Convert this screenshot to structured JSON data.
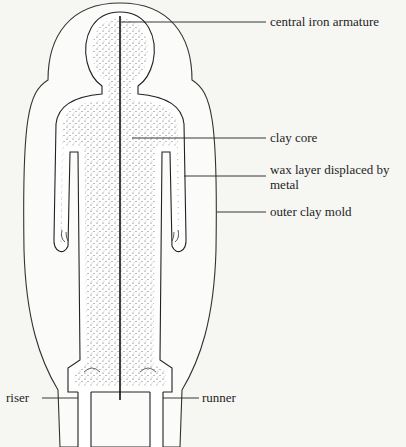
{
  "diagram": {
    "labels": [
      "central iron armature",
      "clay core",
      "wax layer displaced by metal",
      "outer clay mold",
      "riser",
      "runner"
    ]
  }
}
